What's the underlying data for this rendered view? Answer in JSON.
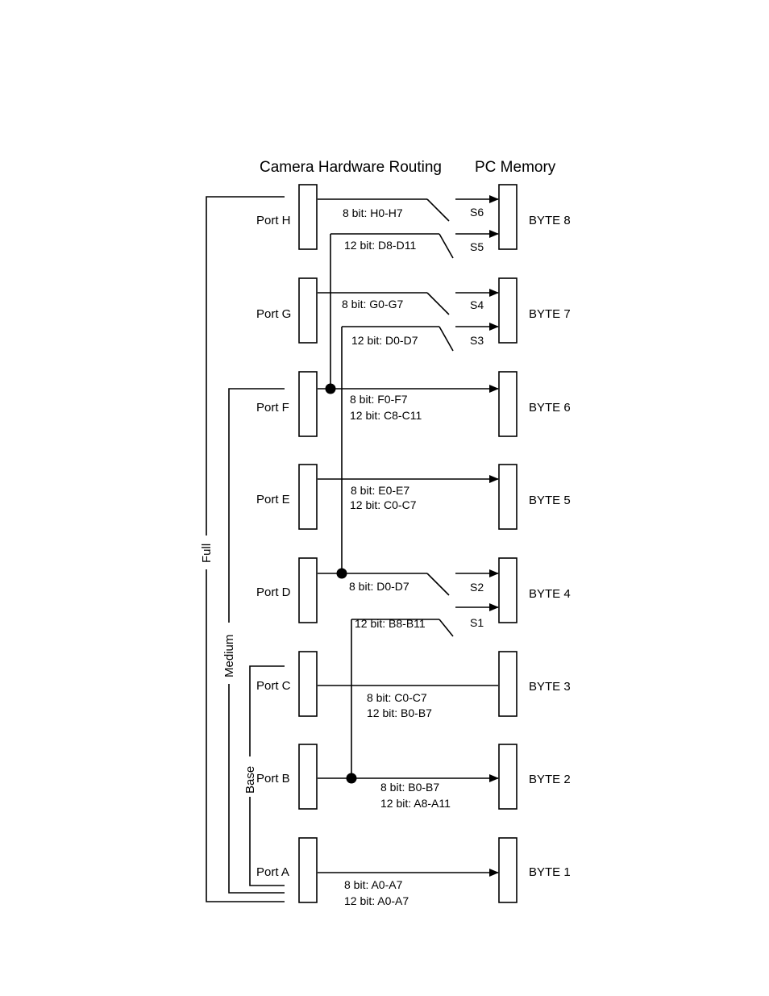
{
  "headers": {
    "camera": "Camera Hardware Routing",
    "pc": "PC Memory"
  },
  "config_labels": {
    "full": "Full",
    "medium": "Medium",
    "base": "Base"
  },
  "ports": [
    "Port H",
    "Port G",
    "Port F",
    "Port E",
    "Port D",
    "Port C",
    "Port B",
    "Port A"
  ],
  "bytes": [
    "BYTE 8",
    "BYTE 7",
    "BYTE 6",
    "BYTE 5",
    "BYTE 4",
    "BYTE 3",
    "BYTE 2",
    "BYTE 1"
  ],
  "switches": [
    "S6",
    "S5",
    "S4",
    "S3",
    "S2",
    "S1"
  ],
  "signals": {
    "h8": "8 bit: H0-H7",
    "d12_high": "12 bit: D8-D11",
    "g8": "8 bit: G0-G7",
    "d12_low": "12 bit: D0-D7",
    "f8": "8 bit: F0-F7",
    "c12_high": "12 bit: C8-C11",
    "e8": "8 bit: E0-E7",
    "c12_low": "12 bit: C0-C7",
    "d8": "8 bit: D0-D7",
    "b12_high": "12 bit: B8-B11",
    "c8": "8 bit: C0-C7",
    "b12_low": "12 bit: B0-B7",
    "b8": "8 bit: B0-B7",
    "a12_high": "12 bit: A8-A11",
    "a8": "8 bit: A0-A7",
    "a12_low": "12 bit: A0-A7"
  }
}
